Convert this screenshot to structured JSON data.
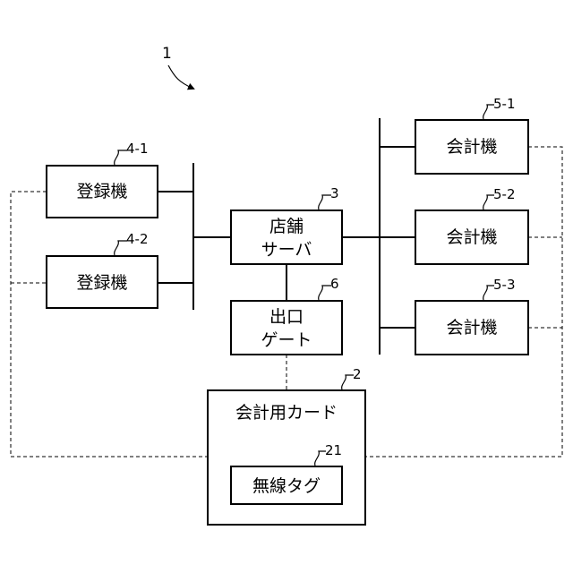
{
  "system": {
    "ref": "1"
  },
  "register_1": {
    "ref": "4-1",
    "label": "登録機"
  },
  "register_2": {
    "ref": "4-2",
    "label": "登録機"
  },
  "store_server": {
    "ref": "3",
    "line1": "店舗",
    "line2": "サーバ"
  },
  "exit_gate": {
    "ref": "6",
    "line1": "出口",
    "line2": "ゲート"
  },
  "checkout_1": {
    "ref": "5-1",
    "label": "会計機"
  },
  "checkout_2": {
    "ref": "5-2",
    "label": "会計機"
  },
  "checkout_3": {
    "ref": "5-3",
    "label": "会計機"
  },
  "checkout_card": {
    "ref": "2",
    "label": "会計用カード"
  },
  "wireless_tag": {
    "ref": "21",
    "label": "無線タグ"
  }
}
